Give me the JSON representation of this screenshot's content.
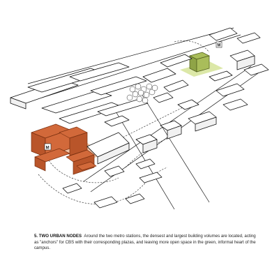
{
  "caption": {
    "heading": "5. TWO URBAN NODES",
    "body": "Around the two metro stations, the densest and largest building volumes are located, acting as \"anchors\" for CBS with their corresponding plazas, and leaving more open space in the green, informal heart of the campus."
  },
  "metro": {
    "symbol": "M"
  },
  "colors": {
    "node_west": "#d2693a",
    "node_east": "#a9bd5a",
    "line": "#111111",
    "background": "#ffffff"
  }
}
